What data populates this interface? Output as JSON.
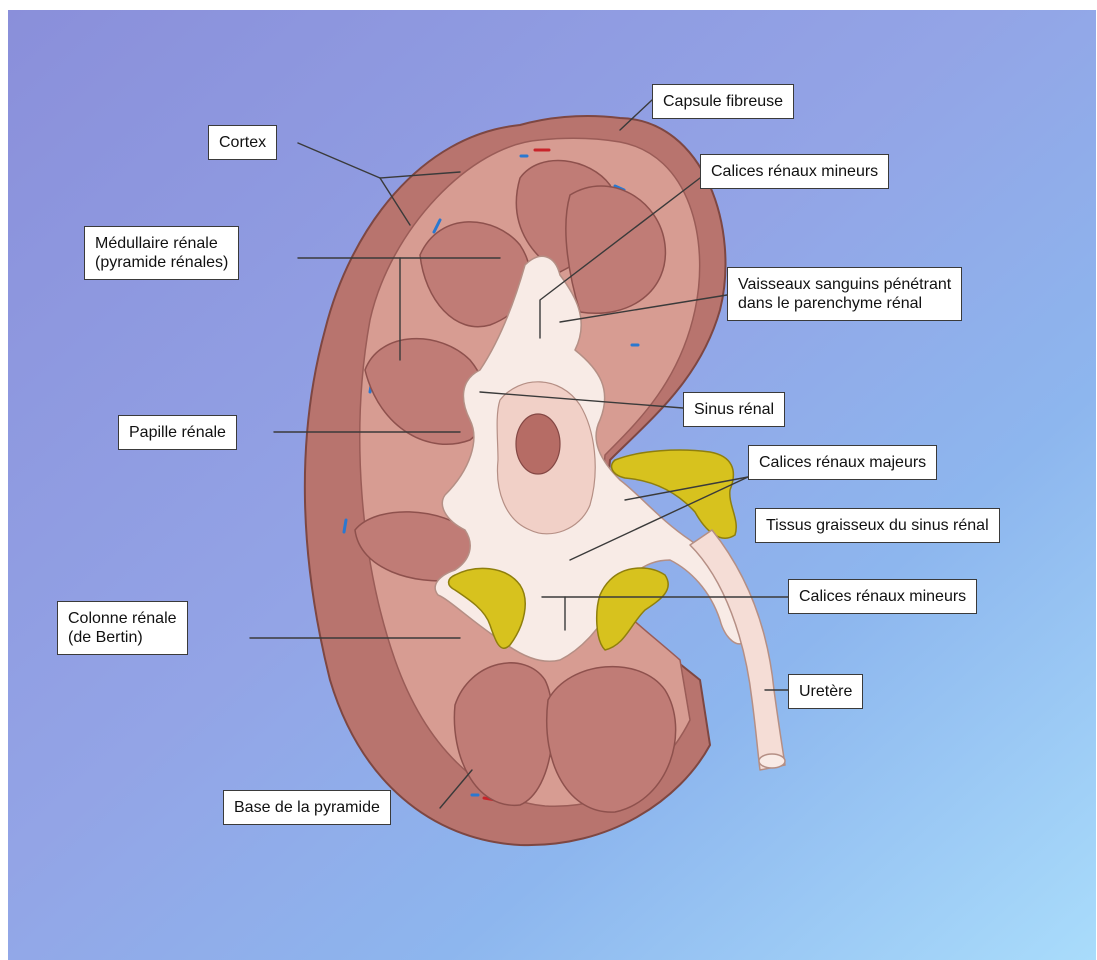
{
  "colors": {
    "background_top": "#8b93dd",
    "background_bottom": "#9ed8f8",
    "capsule": "#b8746e",
    "cortex": "#d79c92",
    "pyramid": "#c07c76",
    "sinus": "#f8ebe6",
    "fat": "#d7c21e",
    "leader_line": "#3a3a3a"
  },
  "labels": {
    "capsule_fibreuse": "Capsule fibreuse",
    "cortex": "Cortex",
    "calices_mineurs_top": "Calices rénaux mineurs",
    "medullaire_line1": "Médullaire rénale",
    "medullaire_line2": "(pyramide rénales)",
    "vaisseaux_line1": "Vaisseaux sanguins pénétrant",
    "vaisseaux_line2": "dans le parenchyme rénal",
    "sinus_renal": "Sinus rénal",
    "papille_renale": "Papille rénale",
    "calices_majeurs": "Calices rénaux majeurs",
    "tissus_graisseux": "Tissus graisseux du sinus rénal",
    "colonne_line1": "Colonne rénale",
    "colonne_line2": "(de Bertin)",
    "calices_mineurs_bottom": "Calices rénaux mineurs",
    "uretere": "Uretère",
    "base_pyramide": "Base de la pyramide"
  }
}
